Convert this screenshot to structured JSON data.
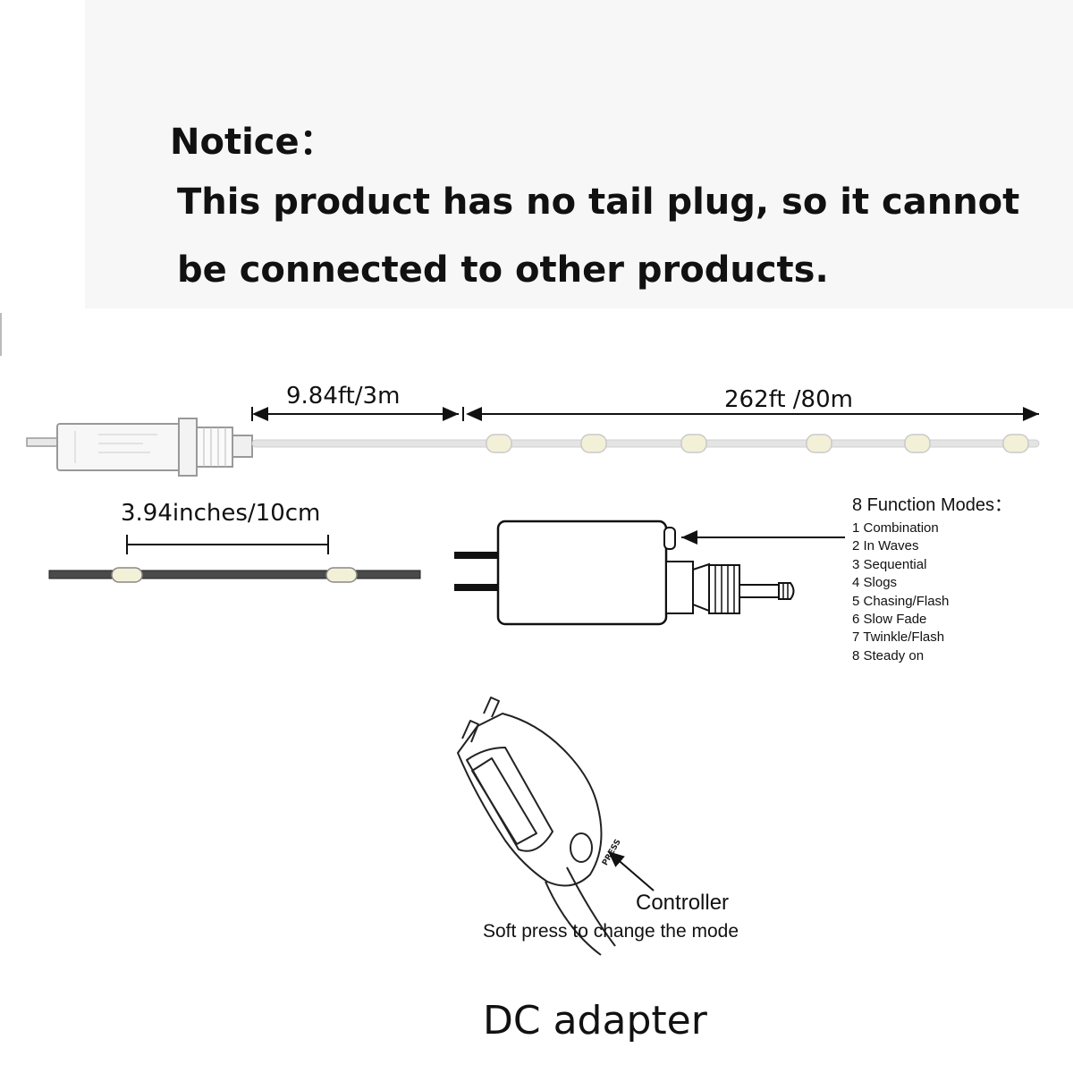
{
  "notice": {
    "title": "Notice：",
    "line1": "This product has no tail plug, so it cannot",
    "line2": "be connected to other products."
  },
  "top_diagram": {
    "lead_length": "9.84ft/3m",
    "string_length": "262ft /80m"
  },
  "spacing_diagram": {
    "bulb_spacing": "3.94inches/10cm"
  },
  "function_modes": {
    "title": "8 Function Modes：",
    "items": [
      "1 Combination",
      "2 In Waves",
      "3 Sequential",
      "4 Slogs",
      "5 Chasing/Flash",
      "6 Slow Fade",
      "7 Twinkle/Flash",
      "8 Steady on"
    ]
  },
  "controller": {
    "press_label": "PRESS",
    "label": "Controller",
    "instruction": "Soft press to change the mode"
  },
  "caption": "DC  adapter",
  "colors": {
    "notice_panel": "#f7f7f7",
    "line": "#111111",
    "cord": "#cfcfcf",
    "bulb": "#f3f0d8"
  }
}
